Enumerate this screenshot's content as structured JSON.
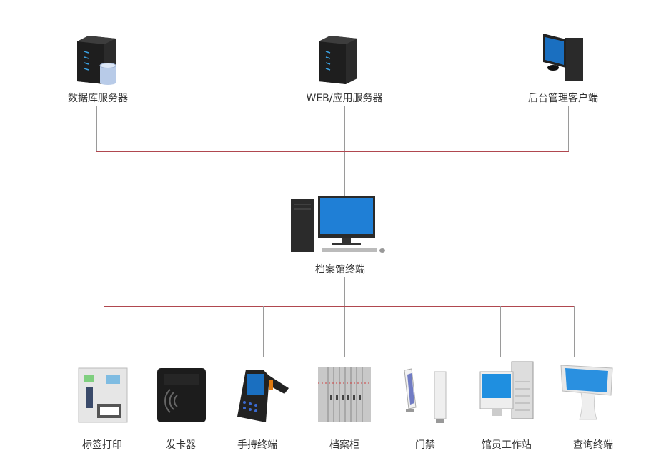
{
  "diagram": {
    "servers": [
      {
        "label": "数据库服务器",
        "icon": "database-server-icon"
      },
      {
        "label": "WEB/应用服务器",
        "icon": "web-server-icon"
      },
      {
        "label": "后台管理客户端",
        "icon": "admin-client-icon"
      }
    ],
    "center": {
      "label": "档案馆终端",
      "icon": "desktop-computer-icon"
    },
    "devices": [
      {
        "label": "标签打印",
        "icon": "label-printer-icon"
      },
      {
        "label": "发卡器",
        "icon": "card-reader-icon"
      },
      {
        "label": "手持终端",
        "icon": "handheld-terminal-icon"
      },
      {
        "label": "档案柜",
        "icon": "archive-cabinet-icon"
      },
      {
        "label": "门禁",
        "icon": "access-gate-icon"
      },
      {
        "label": "馆员工作站",
        "icon": "workstation-icon"
      },
      {
        "label": "查询终端",
        "icon": "kiosk-icon"
      }
    ],
    "colors": {
      "bus_line": "#b0474f",
      "branch_line": "#9a9a9a"
    }
  }
}
